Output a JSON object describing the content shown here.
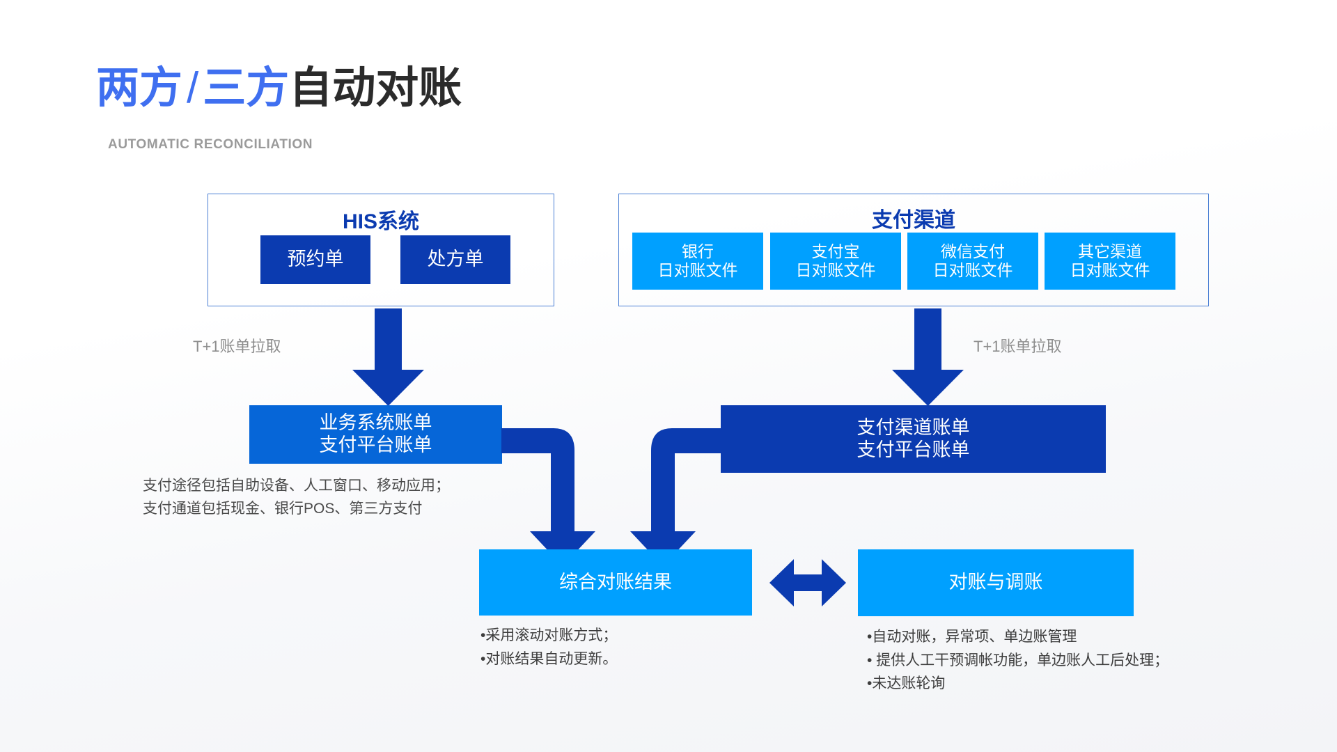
{
  "slide": {
    "title_blue_1": "两方",
    "title_slash": "/",
    "title_blue_2": "三方",
    "title_dark": "自动对账",
    "subtitle": "AUTOMATIC RECONCILIATION"
  },
  "colors": {
    "brand_blue": "#3f6ff0",
    "dark_blue": "#0b3bb0",
    "mid_blue": "#0666d8",
    "light_blue": "#00a0ff",
    "outline_blue": "#4a7fd4",
    "title_dark": "#2b2b2b",
    "muted_gray": "#8d8d8d",
    "body_gray": "#3d3d3d",
    "background": "#f7f8fa"
  },
  "his_panel": {
    "heading": "HIS系统",
    "chips": [
      {
        "label": "预约单"
      },
      {
        "label": "处方单"
      }
    ]
  },
  "channel_panel": {
    "heading": "支付渠道",
    "chips": [
      {
        "line1": "银行",
        "line2": "日对账文件"
      },
      {
        "line1": "支付宝",
        "line2": "日对账文件"
      },
      {
        "line1": "微信支付",
        "line2": "日对账文件"
      },
      {
        "line1": "其它渠道",
        "line2": "日对账文件"
      }
    ]
  },
  "pull_notes": {
    "left": "T+1账单拉取",
    "right": "T+1账单拉取"
  },
  "business_bill": {
    "line1": "业务系统账单",
    "line2": "支付平台账单"
  },
  "channel_bill": {
    "line1": "支付渠道账单",
    "line2": "支付平台账单"
  },
  "business_desc": "支付途径包括自助设备、人工窗口、移动应用；\n支付通道包括现金、银行POS、第三方支付",
  "result_box": {
    "label": "综合对账结果"
  },
  "adjust_box": {
    "label": "对账与调账"
  },
  "result_bullets": "•采用滚动对账方式；\n•对账结果自动更新。",
  "adjust_bullets": "•自动对账，异常项、单边账管理\n• 提供人工干预调帐功能，单边账人工后处理；\n•未达账轮询"
}
